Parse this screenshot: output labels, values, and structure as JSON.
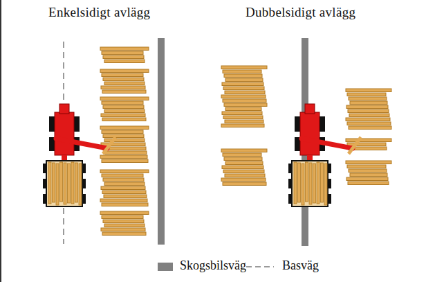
{
  "diagram": {
    "labels": [
      "Enkelsidigt avlägg",
      "Dubbelsidigt avlägg"
    ],
    "legend": [
      {
        "text": "Skogsbilsväg",
        "color": "#808080"
      },
      {
        "text": "Basväg"
      }
    ]
  }
}
